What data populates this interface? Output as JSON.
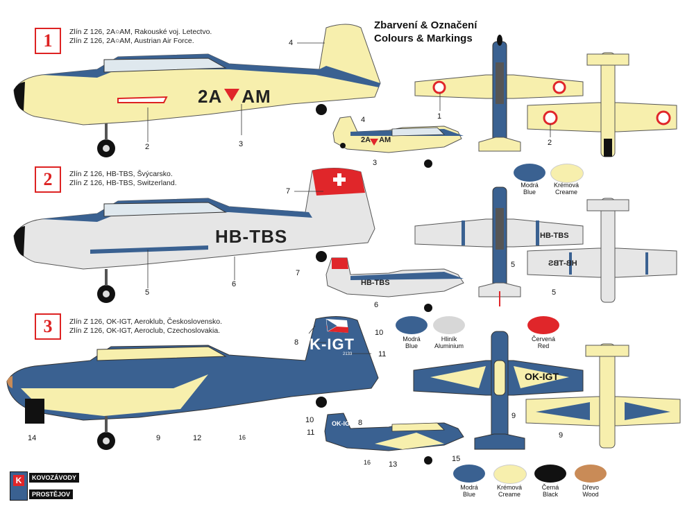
{
  "header": {
    "title_cz": "Zbarvení & Označení",
    "title_en": "Colours & Markings"
  },
  "schemes": [
    {
      "number": "1",
      "line_cz": "Zlín Z 126, 2A○AM, Rakouské voj. Letectvo.",
      "line_en": "Zlín Z 126, 2A○AM, Austrian Air Force.",
      "registration": "2A",
      "registration_suffix": "AM"
    },
    {
      "number": "2",
      "line_cz": "Zlín Z 126, HB-TBS, Švýcarsko.",
      "line_en": "Zlín Z 126, HB-TBS, Switzerland.",
      "registration": "HB-TBS"
    },
    {
      "number": "3",
      "line_cz": "Zlín Z 126, OK-IGT, Aeroklub, Československo.",
      "line_en": "Zlín Z 126, OK-IGT, Aeroclub, Czechoslovakia.",
      "registration": "OK-IGT",
      "small_code": "2133"
    }
  ],
  "colors": {
    "cream": "#f7efad",
    "blue": "#3a6191",
    "aluminium": "#d7d7d7",
    "red": "#e0262a",
    "black": "#111111",
    "wood": "#c98b57",
    "badge_red": "#dd2222"
  },
  "swatches_1": [
    {
      "label_cz": "Modrá",
      "label_en": "Blue",
      "color": "#3a6191"
    },
    {
      "label_cz": "Krémová",
      "label_en": "Creame",
      "color": "#f7efad"
    }
  ],
  "swatches_2": [
    {
      "label_cz": "Modrá",
      "label_en": "Blue",
      "color": "#3a6191"
    },
    {
      "label_cz": "Hliník",
      "label_en": "Aluminium",
      "color": "#d7d7d7"
    },
    {
      "label_cz": "Červená",
      "label_en": "Red",
      "color": "#e0262a"
    }
  ],
  "swatches_3": [
    {
      "label_cz": "Modrá",
      "label_en": "Blue",
      "color": "#3a6191"
    },
    {
      "label_cz": "Krémová",
      "label_en": "Creame",
      "color": "#f7efad"
    },
    {
      "label_cz": "Černá",
      "label_en": "Black",
      "color": "#111111"
    },
    {
      "label_cz": "Dřevo",
      "label_en": "Wood",
      "color": "#c98b57"
    }
  ],
  "callouts": {
    "s1": [
      "4",
      "2",
      "3",
      "4",
      "3",
      "1",
      "2"
    ],
    "s2": [
      "7",
      "5",
      "6",
      "7",
      "6",
      "5",
      "5"
    ],
    "s3": [
      "10",
      "8",
      "11",
      "14",
      "9",
      "12",
      "16",
      "10",
      "8",
      "11",
      "16",
      "13",
      "15",
      "9",
      "9"
    ]
  },
  "logo": {
    "top": "KOVOZÁVODY",
    "bottom": "PROSTĚJOV",
    "mark": "K"
  }
}
